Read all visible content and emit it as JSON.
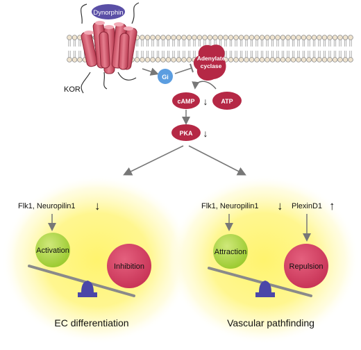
{
  "pathway": {
    "receptor_label": "KOR",
    "ligand_label": "Dynorphin",
    "gi_label": "Gi",
    "adenylate_cyclase_label_1": "Adenylate",
    "adenylate_cyclase_label_2": "cyclase",
    "atp_label": "ATP",
    "camp_label": "cAMP",
    "pka_label": "PKA",
    "camp_arrow": "↓",
    "pka_arrow": "↓"
  },
  "left_panel": {
    "regulator_label": "Flk1, Neuropilin1",
    "regulator_arrow": "↓",
    "light_weight_label": "Activation",
    "heavy_weight_label": "Inhibition",
    "outcome_label": "EC differentiation"
  },
  "right_panel": {
    "regulator_label": "Flk1, Neuropilin1",
    "regulator_arrow": "↓",
    "second_regulator_label": "PlexinD1",
    "second_regulator_arrow": "↑",
    "light_weight_label": "Attraction",
    "heavy_weight_label": "Repulsion",
    "outcome_label": "Vascular pathfinding"
  },
  "colors": {
    "membrane_head": "#f0e4cf",
    "receptor": "#d55f73",
    "ligand": "#5a4fa6",
    "gi": "#5b9de0",
    "enzyme": "#b52845",
    "glow": "#fff46e",
    "activation": "#b7dc4a",
    "inhibition": "#d8486a",
    "fulcrum": "#4b47a8",
    "beam": "#8a8a8a"
  }
}
